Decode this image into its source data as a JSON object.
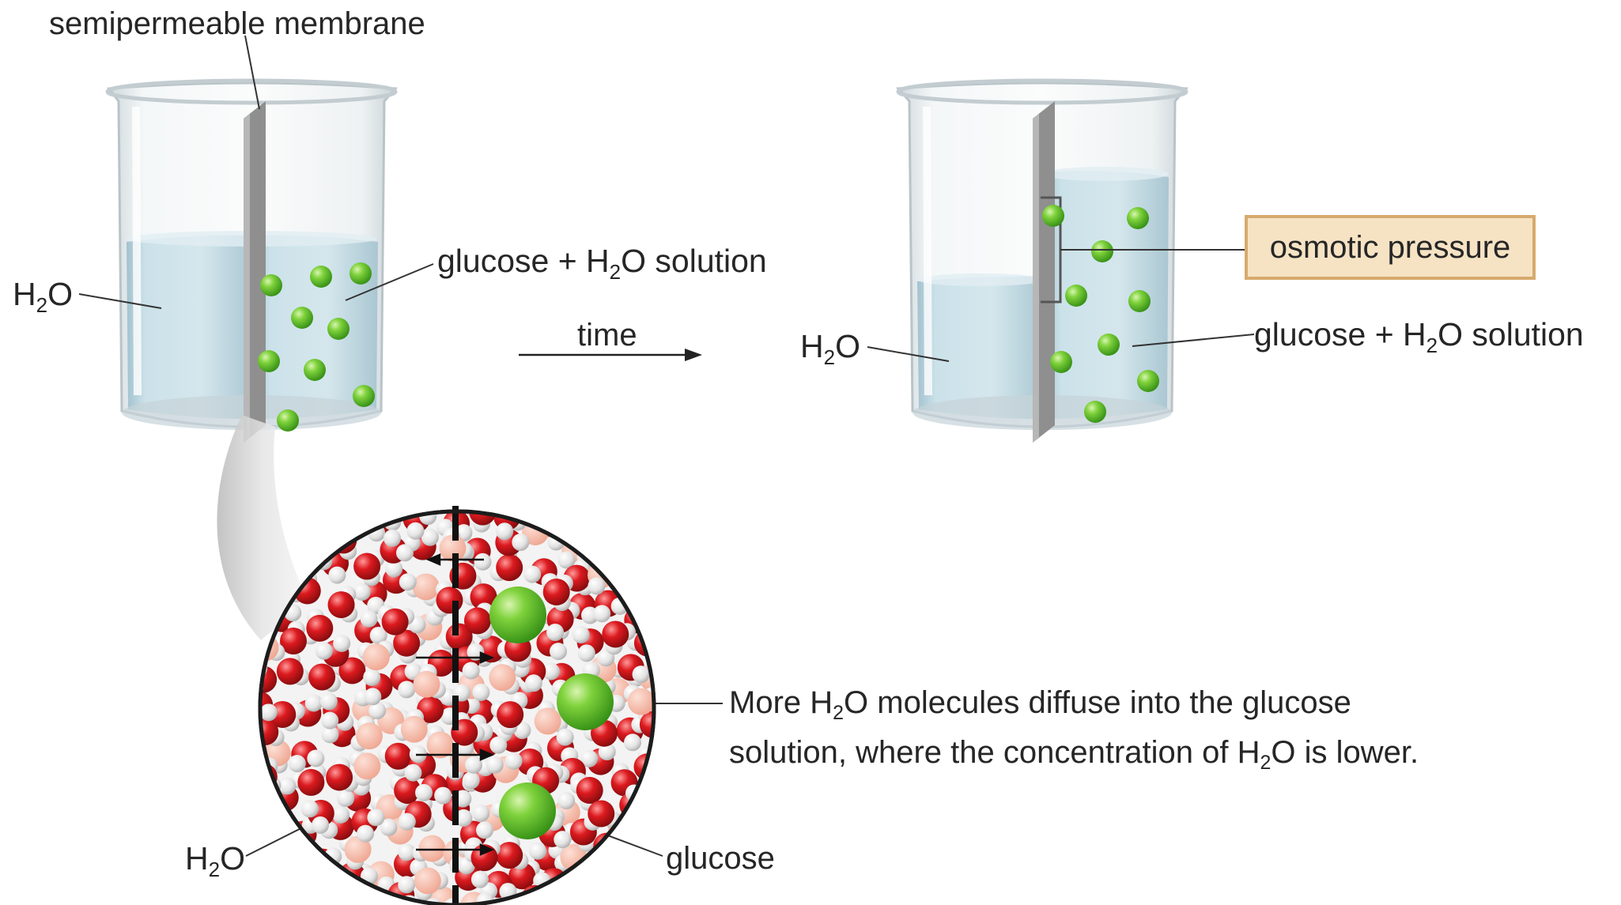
{
  "labels": {
    "membrane": "semipermeable membrane",
    "water_left": "H",
    "water_left_sub": "2",
    "water_left_tail": "O",
    "solution_left_pre": "glucose + H",
    "solution_left_sub": "2",
    "solution_left_post": "O solution",
    "time": "time",
    "water_right": "H",
    "water_right_sub": "2",
    "water_right_tail": "O",
    "osmotic_pressure": "osmotic pressure",
    "solution_right_pre": "glucose + H",
    "solution_right_sub": "2",
    "solution_right_post": "O solution",
    "water_zoom": "H",
    "water_zoom_sub": "2",
    "water_zoom_tail": "O",
    "glucose_zoom": "glucose"
  },
  "caption": {
    "line1_pre": "More H",
    "line1_sub": "2",
    "line1_post": "O molecules diffuse into the glucose",
    "line2_pre": "solution, where the concentration of H",
    "line2_sub": "2",
    "line2_post": "O is lower."
  },
  "colors": {
    "glucose": "#6cc631",
    "water_oxygen": "#d4161c",
    "water_hydrogen": "#e9e9e9",
    "liquid": "#c5dde6",
    "membrane": "#9c9c9c",
    "label_box_fill": "#f6e3c4",
    "label_box_border": "#d6aa6e"
  }
}
